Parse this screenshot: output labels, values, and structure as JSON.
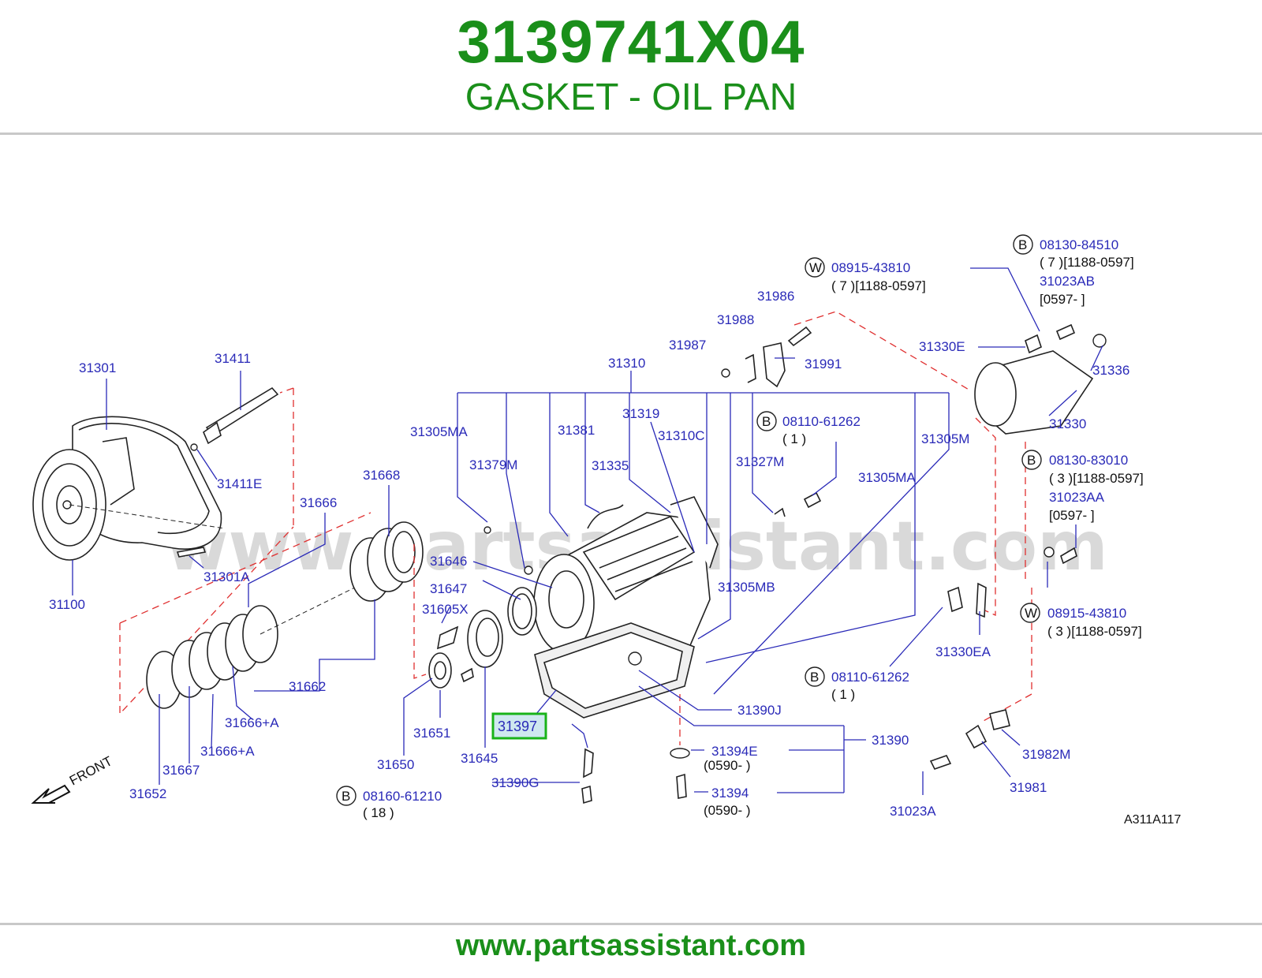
{
  "header": {
    "part_number": "3139741X04",
    "part_name": "GASKET - OIL PAN"
  },
  "footer": {
    "url": "www.partsassistant.com"
  },
  "watermark": "www.partsassistant.com",
  "diagram_code": "A311A117",
  "front_label": "FRONT",
  "highlighted_part": "31397",
  "labels": {
    "p31301": "31301",
    "p31411": "31411",
    "p31411E": "31411E",
    "p31100": "31100",
    "p31301A": "31301A",
    "p31668": "31668",
    "p31666": "31666",
    "p31662": "31662",
    "p31666A1": "31666+A",
    "p31666A2": "31666+A",
    "p31667": "31667",
    "p31652": "31652",
    "p31650": "31650",
    "p31651": "31651",
    "p31645": "31645",
    "p31646": "31646",
    "p31647": "31647",
    "p31605X": "31605X",
    "p31305MA1": "31305MA",
    "p31379M": "31379M",
    "p31381": "31381",
    "p31335": "31335",
    "p31310": "31310",
    "p31319": "31319",
    "p31310C": "31310C",
    "p31327M": "31327M",
    "p31305MA2": "31305MA",
    "p31305M": "31305M",
    "p31305MB": "31305MB",
    "p31390J": "31390J",
    "p31390": "31390",
    "p31394E": "31394E",
    "p31394": "31394",
    "p0590a": "(0590-     )",
    "p0590b": "(0590-     )",
    "p31390G": "31390G",
    "p08160": "08160-61210",
    "p08160q": "( 18 )",
    "p31986": "31986",
    "p31988": "31988",
    "p31987": "31987",
    "p31991": "31991",
    "p08915a": "08915-43810",
    "p08915aq": "(  7   )[1188-0597]",
    "p08130a": "08130-84510",
    "p08130aq": "(  7   )[1188-0597]",
    "p31023AB": "31023AB",
    "p0597a": "[0597-                    ]",
    "p31330E": "31330E",
    "p31336": "31336",
    "p31330": "31330",
    "p08110a": "08110-61262",
    "p08110aq": "(  1   )",
    "p08130b": "08130-83010",
    "p08130bq": "(  3   )[1188-0597]",
    "p31023AA": "31023AA",
    "p0597b": "[0597-                    ]",
    "p08915b": "08915-43810",
    "p08915bq": "(  3   )[1188-0597]",
    "p31330EA": "31330EA",
    "p08110b": "08110-61262",
    "p08110bq": "(  1   )",
    "p31982M": "31982M",
    "p31981": "31981",
    "p31023A": "31023A"
  },
  "badges": {
    "B": "B",
    "W": "W"
  }
}
